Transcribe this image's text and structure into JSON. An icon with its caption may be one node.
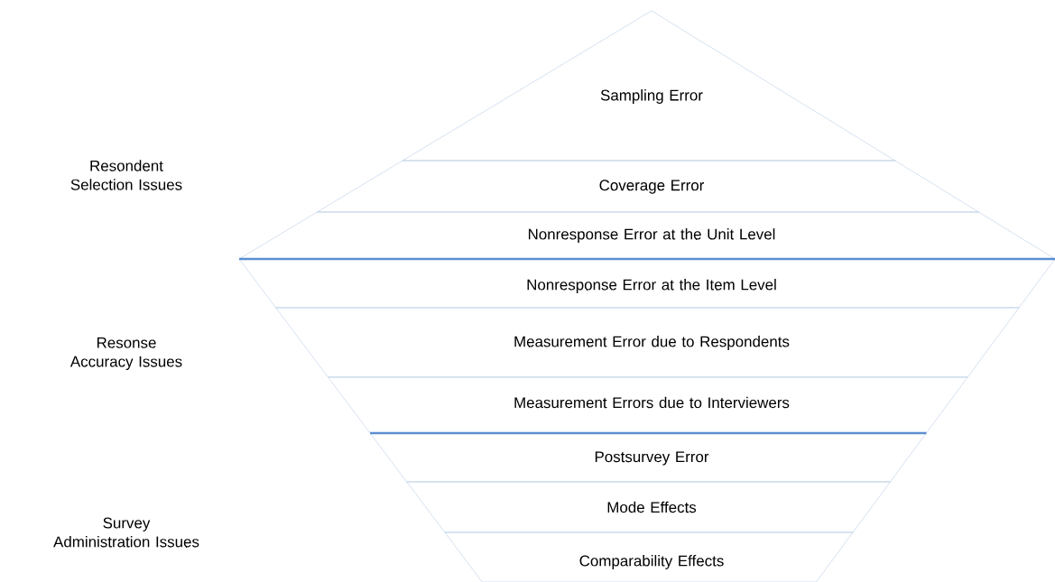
{
  "diagram": {
    "nodes": [
      {
        "text": [
          "Sampling Error"
        ]
      },
      {
        "text": [
          "Coverage Error"
        ]
      },
      {
        "text": [
          "Nonresponse Error at the Unit  Level"
        ]
      },
      {
        "text": [
          "Nonresponse Error at the Item Level"
        ]
      },
      {
        "text": [
          "Measurement Error due to Respondents"
        ]
      },
      {
        "text": [
          "Measurement Errors due to Interviewers"
        ]
      },
      {
        "text": [
          "Postsurvey Error"
        ]
      },
      {
        "text": [
          "Mode Effects"
        ]
      },
      {
        "text": [
          "Comparability Effects"
        ]
      }
    ],
    "labels": [
      "Resondent Selection Issues",
      "Resonse Accuracy Issues",
      "Survey Administration Issues"
    ]
  }
}
